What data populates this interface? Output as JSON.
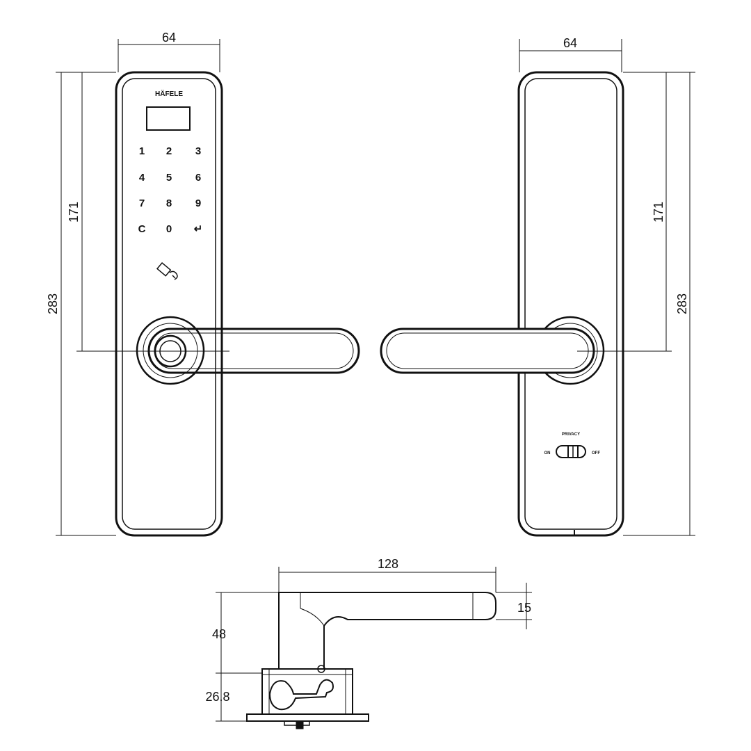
{
  "front_view": {
    "brand": "HÄFELE",
    "keypad": [
      "1",
      "2",
      "3",
      "4",
      "5",
      "6",
      "7",
      "8",
      "9",
      "C",
      "0",
      "↵"
    ],
    "dims": {
      "width": "64",
      "handle_height": "171",
      "total_height": "283"
    }
  },
  "back_view": {
    "privacy_label": "PRIVACY",
    "on_label": "ON",
    "off_label": "OFF",
    "dims": {
      "width": "64",
      "handle_height": "171",
      "total_height": "283"
    }
  },
  "side_view": {
    "dims": {
      "handle_length": "128",
      "handle_thickness": "15",
      "handle_height": "48",
      "body_depth": "26.8"
    }
  },
  "colors": {
    "line": "#111111",
    "background": "#ffffff"
  }
}
